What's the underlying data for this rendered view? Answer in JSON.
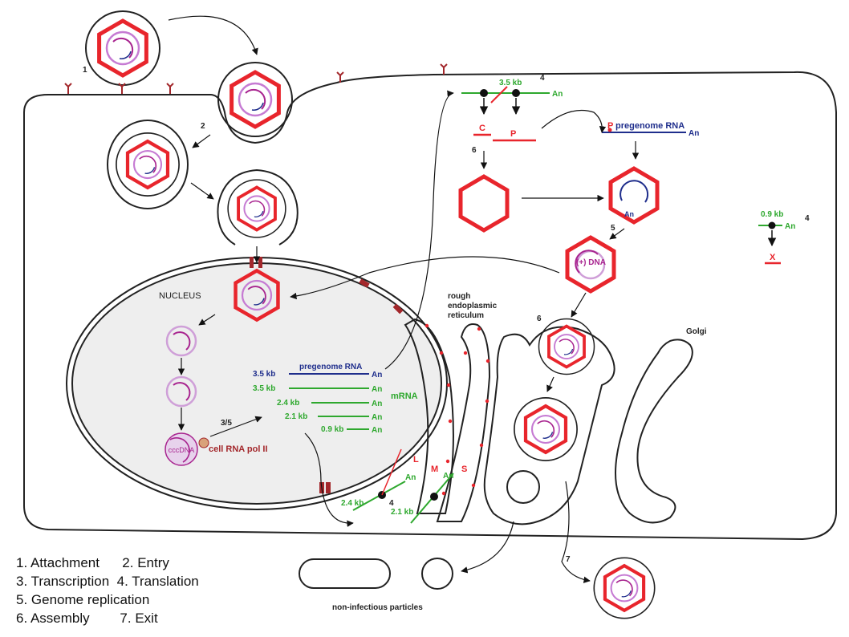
{
  "colors": {
    "capsid": "#e8252c",
    "membrane": "#222222",
    "nucleus_fill": "#eeeeee",
    "green_rna": "#2ea82e",
    "blue_rna": "#1f2e8c",
    "purple_dna": "#a8248f",
    "dark_red": "#a3272b"
  },
  "steps": {
    "s1": "1",
    "s2": "2",
    "s35": "3/5",
    "s4a": "4",
    "s4b": "4",
    "s4c": "4",
    "s5": "5",
    "s6a": "6",
    "s6b": "6",
    "s7": "7"
  },
  "labels": {
    "nucleus": "NUCLEUS",
    "rer_line1": "rough",
    "rer_line2": "endoplasmic",
    "rer_line3": "reticulum",
    "golgi": "Golgi",
    "mrna": "mRNA",
    "cccdna": "cccDNA",
    "cell_rna_pol": "cell RNA pol II",
    "plus_dna": "(+) DNA",
    "pregenome_rna": "pregenome RNA",
    "an": "An",
    "non_infectious": "non-infectious particles"
  },
  "transcripts": [
    {
      "size": "3.5 kb",
      "note": "pregenome RNA",
      "color": "blue"
    },
    {
      "size": "3.5 kb",
      "note": "",
      "color": "green"
    },
    {
      "size": "2.4 kb",
      "note": "",
      "color": "green"
    },
    {
      "size": "2.1 kb",
      "note": "",
      "color": "green"
    },
    {
      "size": "0.9 kb",
      "note": "",
      "color": "green"
    }
  ],
  "translation": {
    "mrna_35": "3.5 kb",
    "mrna_09": "0.9 kb",
    "mrna_24": "2.4 kb",
    "mrna_21": "2.1 kb",
    "protein_c": "C",
    "protein_p": "P",
    "protein_p2": "P",
    "protein_x": "X",
    "protein_l": "L",
    "protein_m": "M",
    "protein_s": "S"
  },
  "legend": [
    "1. Attachment      2. Entry",
    "3. Transcription  4. Translation",
    "5. Genome replication",
    "6. Assembly        7. Exit"
  ]
}
